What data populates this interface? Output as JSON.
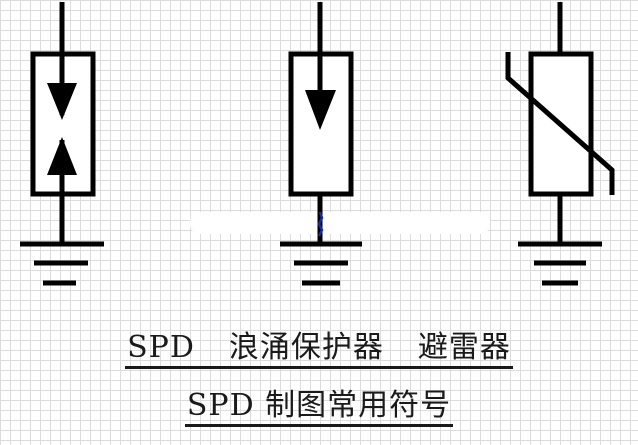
{
  "diagram": {
    "type": "electrical-symbols",
    "stroke_color": "#000000",
    "background": "grid-paper",
    "symbols": [
      {
        "id": "spd-bidirectional",
        "description": "rectangle with two opposing triangles (arrows pointing toward each other), lead from top, ground below"
      },
      {
        "id": "spd-unidirectional",
        "description": "rectangle with single downward triangle arrow, lead from top, ground below"
      },
      {
        "id": "varistor",
        "description": "rectangle crossed by diagonal line with bent ends, lead from top, ground below"
      }
    ]
  },
  "captions": {
    "line1": {
      "part1": "SPD",
      "part2": "浪涌保护器",
      "part3": "避雷器"
    },
    "line2": "SPD 制图常用符号"
  }
}
